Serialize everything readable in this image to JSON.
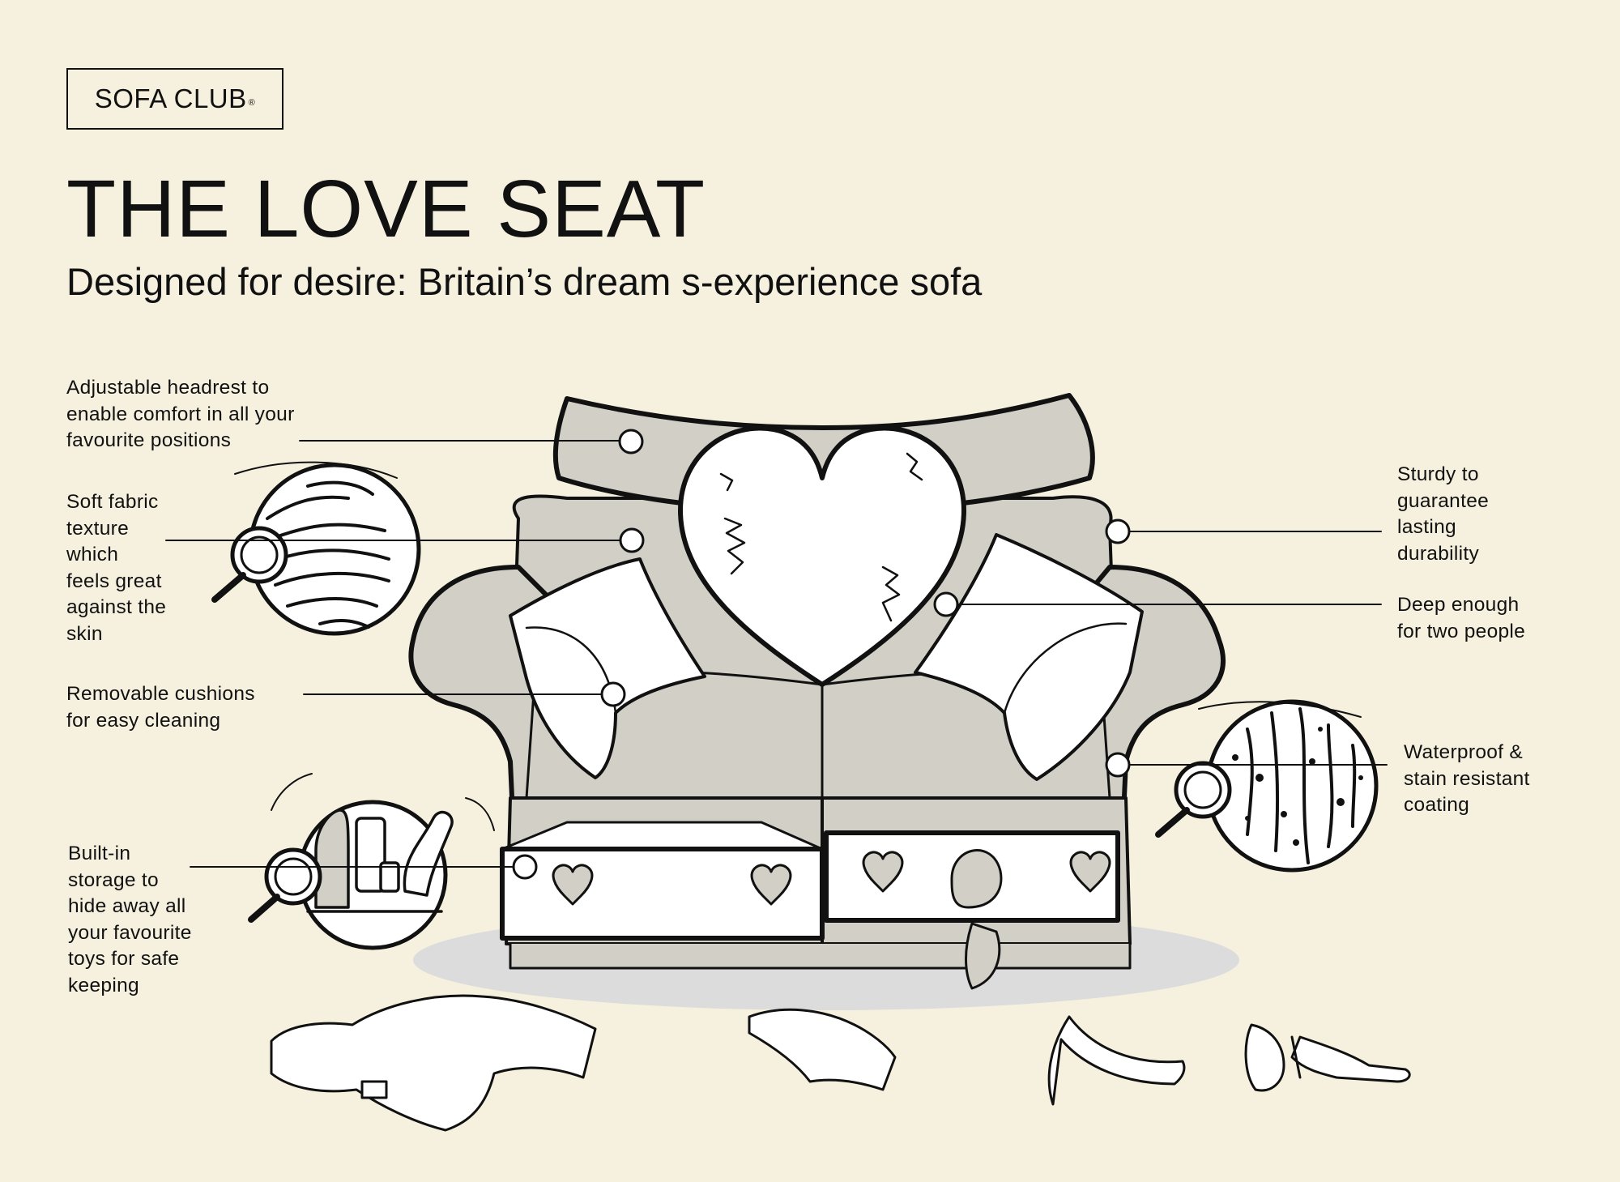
{
  "brand": {
    "name": "SOFA CLUB",
    "mark": "®"
  },
  "heading": {
    "title": "THE LOVE SEAT",
    "subtitle": "Designed for desire: Britain’s dream s-experience sofa"
  },
  "callouts": [
    {
      "id": "headrest",
      "lines": [
        "Adjustable headrest to",
        "enable comfort in all your",
        "favourite positions"
      ]
    },
    {
      "id": "fabric",
      "lines": [
        "Soft fabric",
        "texture",
        "which",
        "feels great",
        "against the",
        "skin"
      ]
    },
    {
      "id": "cushions",
      "lines": [
        "Removable cushions",
        "for easy cleaning"
      ]
    },
    {
      "id": "storage",
      "lines": [
        "Built-in",
        "storage to",
        "hide away all",
        "your favourite",
        "toys for safe",
        "keeping"
      ]
    },
    {
      "id": "sturdy",
      "lines": [
        "Sturdy to",
        "guarantee",
        "lasting",
        "durability"
      ]
    },
    {
      "id": "deep",
      "lines": [
        "Deep enough",
        "for two people"
      ]
    },
    {
      "id": "waterproof",
      "lines": [
        "Waterproof &",
        "stain resistant",
        "coating"
      ]
    }
  ],
  "colors": {
    "background": "#f6f1df",
    "sofa_fill": "#d2d0c6",
    "ink": "#111111",
    "white": "#ffffff",
    "shadow": "#dcdcdc"
  }
}
